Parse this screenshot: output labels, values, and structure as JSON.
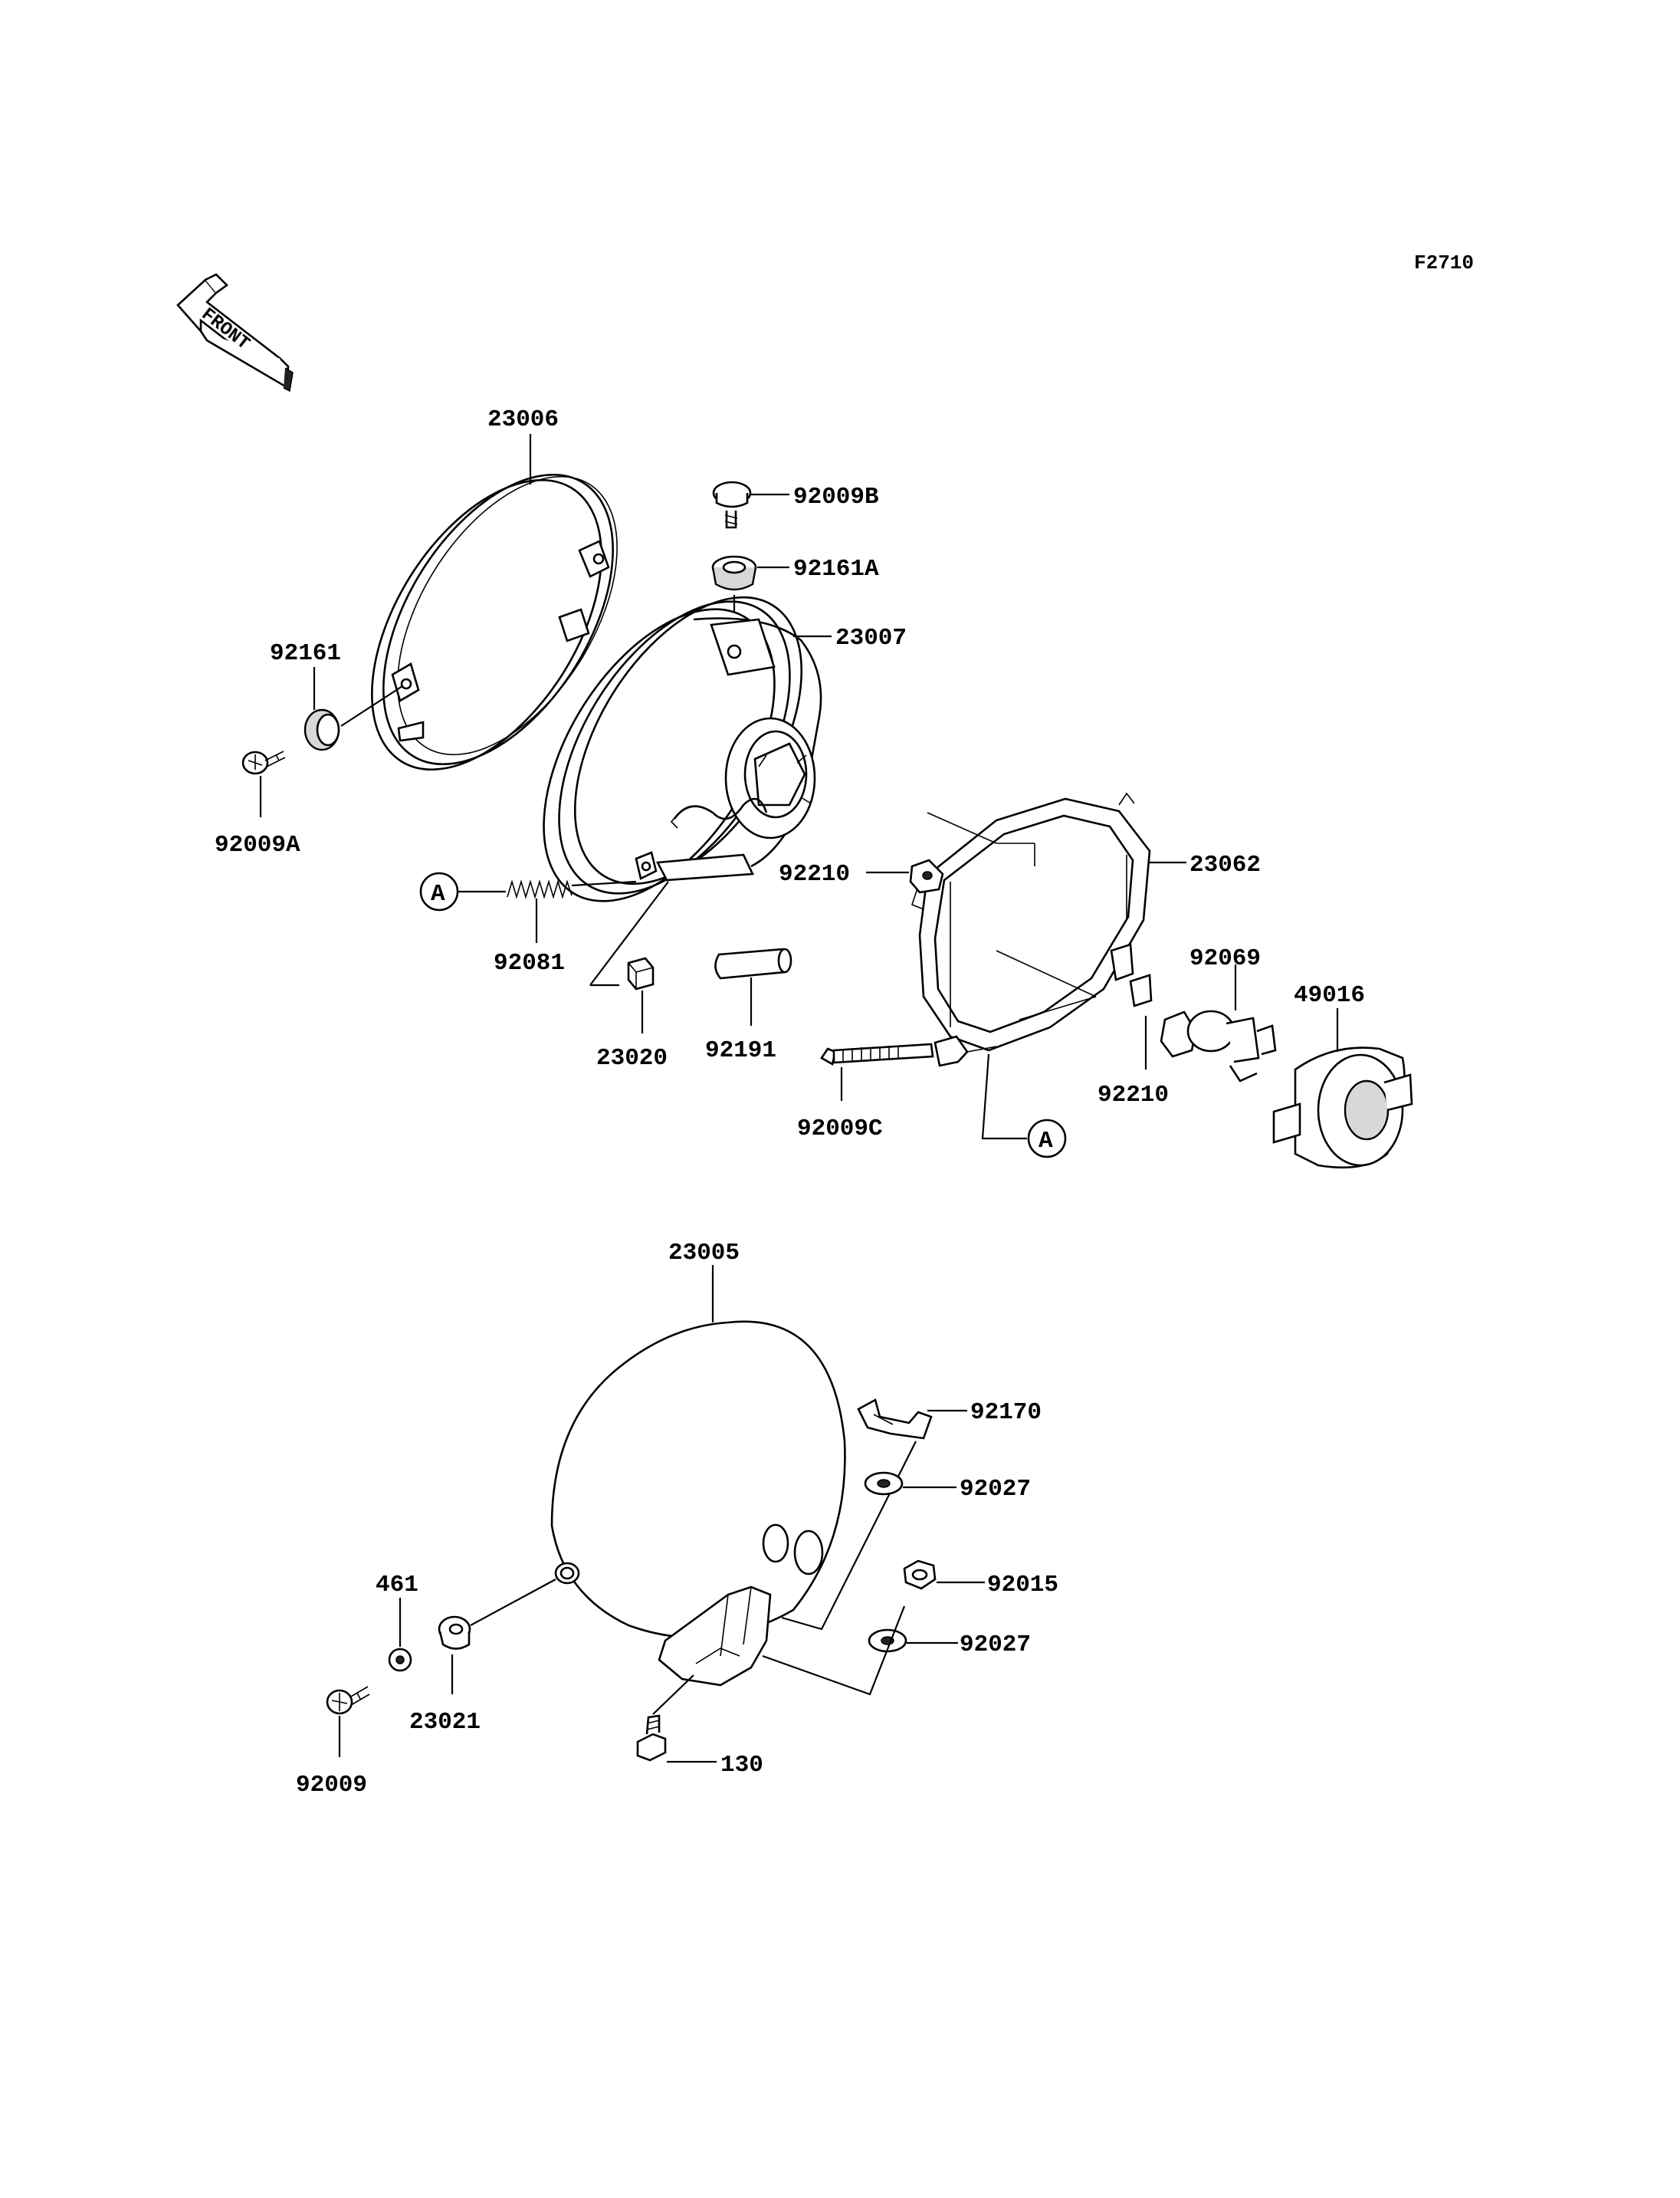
{
  "figure_code": "F2710",
  "front_marker": "FRONT",
  "ref_marker": "A",
  "parts": {
    "p23006": "23006",
    "p92009B": "92009B",
    "p92161A": "92161A",
    "p23007": "23007",
    "p92161": "92161",
    "p92009A": "92009A",
    "p92081": "92081",
    "p23020": "23020",
    "p92191": "92191",
    "p92210_top": "92210",
    "p23062": "23062",
    "p92069": "92069",
    "p49016": "49016",
    "p92210_bottom": "92210",
    "p92009C": "92009C",
    "p23005": "23005",
    "p92170": "92170",
    "p92027_top": "92027",
    "p92015": "92015",
    "p92027_bottom": "92027",
    "p461": "461",
    "p23021": "23021",
    "p92009": "92009",
    "p130": "130"
  }
}
